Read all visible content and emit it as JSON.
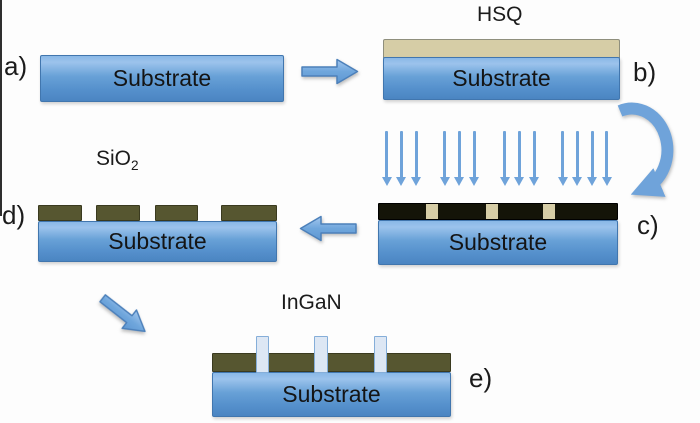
{
  "steps": {
    "a": {
      "label": "a)",
      "block_text": "Substrate"
    },
    "b": {
      "label": "b)",
      "block_text": "Substrate",
      "material_label": "HSQ"
    },
    "c": {
      "label": "c)",
      "block_text": "Substrate"
    },
    "d": {
      "label": "d)",
      "block_text": "Substrate",
      "material_label_base": "SiO",
      "material_label_subscript": "2"
    },
    "e": {
      "label": "e)",
      "block_text": "Substrate",
      "material_label": "InGaN"
    }
  },
  "ebeam": {
    "arrow_groups": [
      3,
      3,
      3,
      4
    ]
  },
  "colors": {
    "text_color": "#1b1b1b",
    "substrate_top": "#8ab8e6",
    "substrate_mid": "#68a1d7",
    "substrate_low": "#5590cc",
    "substrate_border": "#4176ae",
    "hsq_fill": "#d6cda6",
    "hsq_border": "#8f8f7d",
    "resist_fill": "#141408",
    "sio2_fill": "#565630",
    "sio2_border": "#3a3a1f",
    "pillar_fill": "#dde7f4",
    "pillar_border": "#85aed9",
    "arrow_fill": "#6fa3da",
    "arrow_edge": "#4c80ba"
  }
}
